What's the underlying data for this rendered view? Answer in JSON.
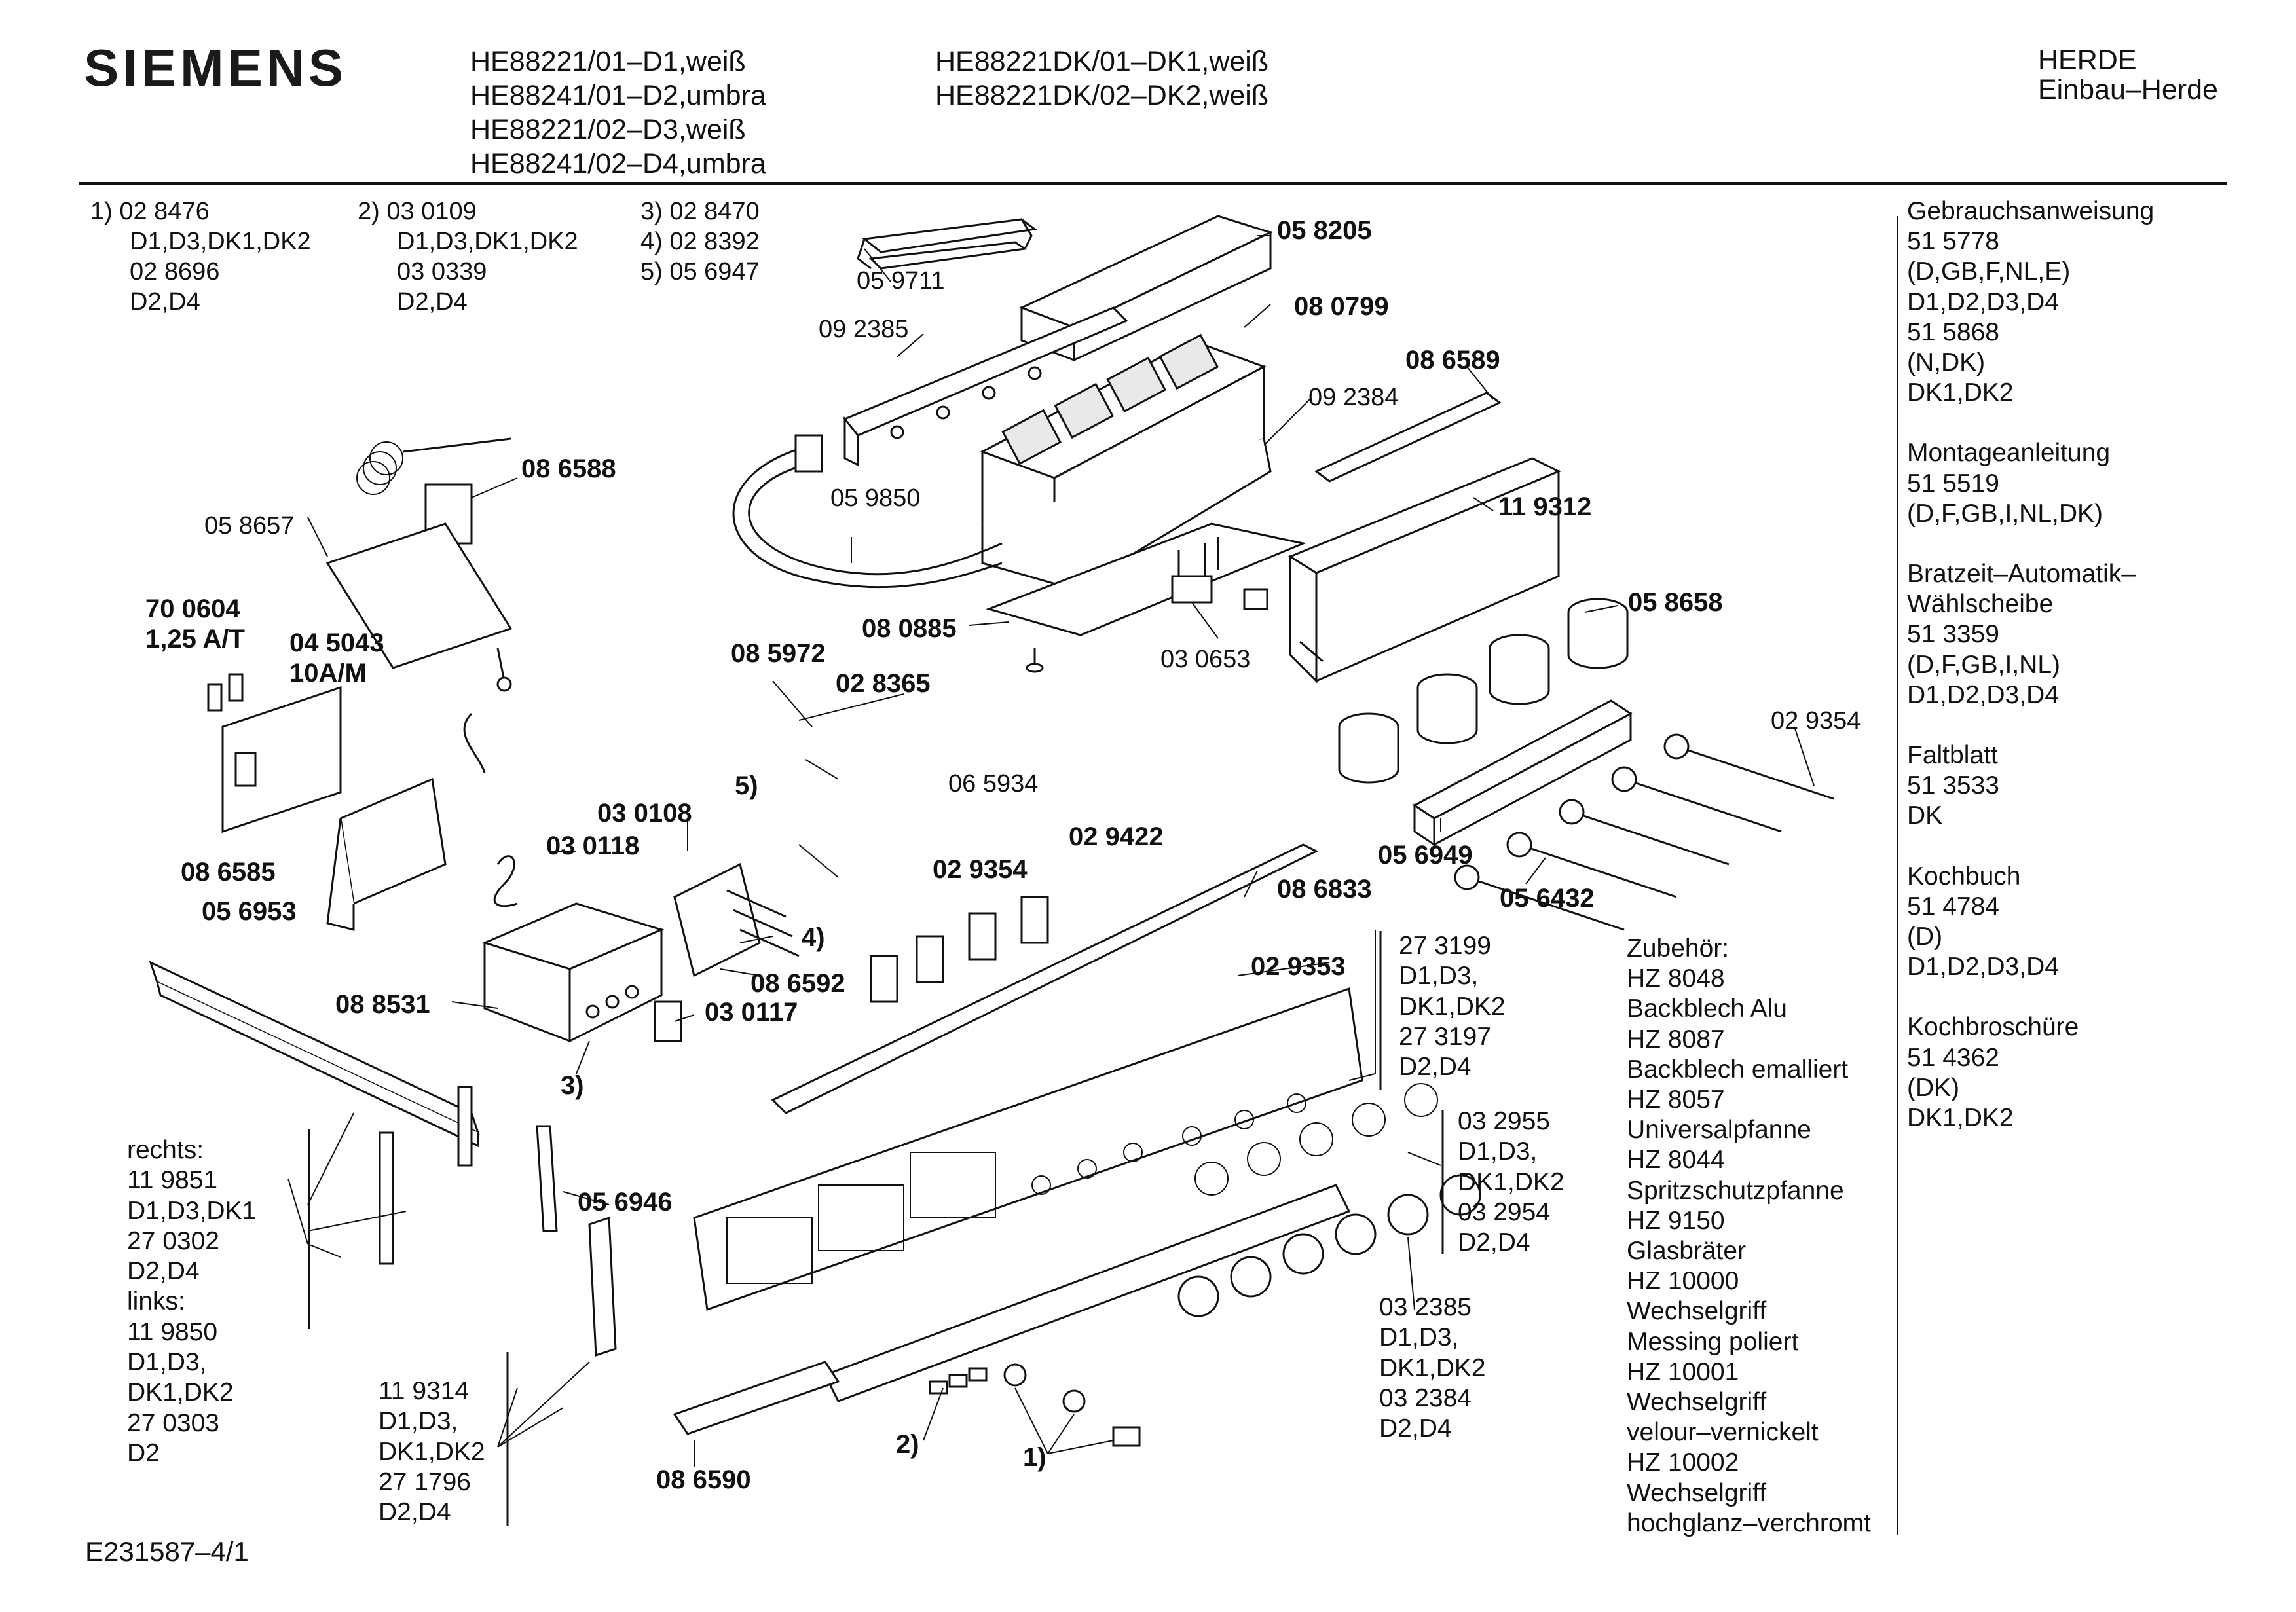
{
  "header": {
    "brand": "SIEMENS",
    "models_left": [
      "HE88221/01–D1,weiß",
      "HE88241/01–D2,umbra",
      "HE88221/02–D3,weiß",
      "HE88241/02–D4,umbra"
    ],
    "models_right": [
      "HE88221DK/01–DK1,weiß",
      "HE88221DK/02–DK2,weiß"
    ],
    "category": [
      "HERDE",
      "Einbau–Herde"
    ]
  },
  "footnotes": {
    "col1": [
      "1)  02 8476",
      "D1,D3,DK1,DK2",
      "02 8696",
      "D2,D4"
    ],
    "col2": [
      "2)  03 0109",
      "D1,D3,DK1,DK2",
      "03 0339",
      "D2,D4"
    ],
    "col3": [
      "3)  02 8470",
      "4)  02 8392",
      "5)  05 6947"
    ]
  },
  "parts": {
    "p058205": "05 8205",
    "p059711": "05 9711",
    "p092385": "09 2385",
    "p080799": "08 0799",
    "p086589": "08 6589",
    "p092384": "09 2384",
    "p086588": "08 6588",
    "p058657": "05 8657",
    "p059850": "05 9850",
    "p119312": "11 9312",
    "p700604": "70 0604",
    "p125at": "1,25 A/T",
    "p045043": "04 5043",
    "p10am": "10A/M",
    "p080885": "08 0885",
    "p058658": "05 8658",
    "p085972": "08 5972",
    "p028365": "02 8365",
    "p030653": "03 0653",
    "p5": "5)",
    "p029354a": "02 9354",
    "p065934": "06 5934",
    "p086585": "08 6585",
    "p030108": "03 0108",
    "p030118": "03 0118",
    "p056953": "05 6953",
    "p029422": "02 9422",
    "p029354b": "02 9354",
    "p056949": "05 6949",
    "p086833": "08 6833",
    "p056432": "05 6432",
    "p4": "4)",
    "p086592": "08 6592",
    "p029353": "02 9353",
    "p088531": "08 8531",
    "p030117": "03 0117",
    "p3": "3)",
    "p056946": "05 6946",
    "p2": "2)",
    "p1": "1)",
    "p086590": "08 6590"
  },
  "ref_273199": [
    "27 3199",
    "D1,D3,",
    "DK1,DK2",
    "27 3197",
    "D2,D4"
  ],
  "ref_032955": [
    "03 2955",
    "D1,D3,",
    "DK1,DK2",
    "03 2954",
    "D2,D4"
  ],
  "ref_032385": [
    "03 2385",
    "D1,D3,",
    "DK1,DK2",
    "03 2384",
    "D2,D4"
  ],
  "ref_119314": [
    "11 9314",
    "D1,D3,",
    "DK1,DK2",
    "27 1796",
    "D2,D4"
  ],
  "ref_rechts_links": [
    "rechts:",
    "11 9851",
    "D1,D3,DK1",
    "27 0302",
    "D2,D4",
    "links:",
    "11 9850",
    "D1,D3,",
    "DK1,DK2",
    "27 0303",
    "D2"
  ],
  "accessories": [
    "Zubehör:",
    "HZ 8048",
    "Backblech Alu",
    "HZ 8087",
    "Backblech emalliert",
    "HZ 8057",
    "Universalpfanne",
    "HZ 8044",
    "Spritzschutzpfanne",
    "HZ 9150",
    "Glasbräter",
    "HZ 10000",
    "Wechselgriff",
    "Messing poliert",
    "HZ 10001",
    "Wechselgriff",
    "velour–vernickelt",
    "HZ 10002",
    "Wechselgriff",
    "hochglanz–verchromt"
  ],
  "documents": [
    "Gebrauchsanweisung",
    "51 5778",
    "(D,GB,F,NL,E)",
    "D1,D2,D3,D4",
    "51 5868",
    "(N,DK)",
    "DK1,DK2",
    "",
    "Montageanleitung",
    "51 5519",
    "(D,F,GB,I,NL,DK)",
    "",
    "Bratzeit–Automatik–",
    "Wählscheibe",
    "51 3359",
    "(D,F,GB,I,NL)",
    "D1,D2,D3,D4",
    "",
    "Faltblatt",
    "51 3533",
    "DK",
    "",
    "Kochbuch",
    "51 4784",
    "(D)",
    "D1,D2,D3,D4",
    "",
    "Kochbroschüre",
    "51 4362",
    "(DK)",
    "DK1,DK2"
  ],
  "drawing_id": "E231587–4/1"
}
